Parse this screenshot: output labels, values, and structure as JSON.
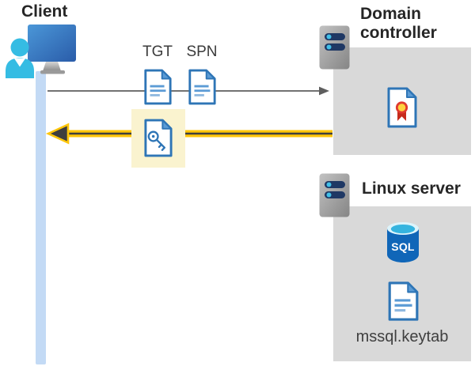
{
  "client": {
    "label": "Client"
  },
  "flow": {
    "tgt_label": "TGT",
    "spn_label": "SPN"
  },
  "domain_controller": {
    "label": "Domain controller"
  },
  "linux_server": {
    "label": "Linux server",
    "sql_badge": "SQL",
    "keytab_label": "mssql.keytab"
  },
  "icons": {
    "client": "user-at-monitor-icon",
    "client_timeline": "lifeline-bar",
    "tgt": "document-icon",
    "spn": "document-icon",
    "ticket": "key-document-icon",
    "request": "right-arrow-gray",
    "response": "left-arrow-yellow-highlight",
    "domain_controller": "server-icon",
    "certificate": "certificate-document-icon",
    "database": "sql-database-icon",
    "keytab": "document-icon"
  },
  "colors": {
    "accent_yellow": "#FFC60A",
    "arrow_dark": "#3E3E3E",
    "arrow_gray": "#5E5E5E",
    "doc_border_blue": "#2E75B6",
    "doc_fold_blue": "#5B9BD5",
    "doc_line_light": "#8FB9E0",
    "panel_gray": "#D9D9D9",
    "server_bar_navy": "#1F3864",
    "server_dot_cyan": "#41C0E8",
    "person_cyan": "#35BCE3",
    "monitor_blue_start": "#4B97D8",
    "monitor_blue_end": "#2A5CA9",
    "lifeline_blue": "#C3DAF5",
    "highlight_cream": "#FAF3CF",
    "sql_body_blue": "#1066B8",
    "sql_top_cyan": "#35B4DF",
    "cert_ring_red": "#E03A2F",
    "cert_center_yellow": "#FFD23E",
    "title_text": "#262626",
    "label_text": "#3A3A3A"
  }
}
